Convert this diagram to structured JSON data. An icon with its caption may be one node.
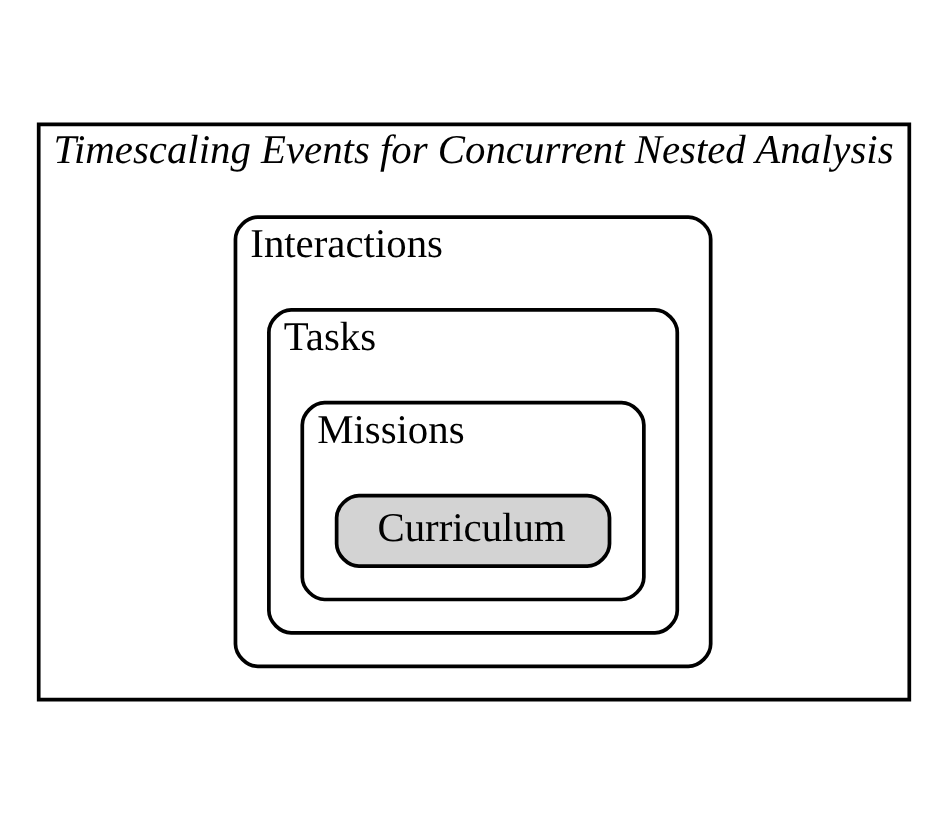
{
  "diagram": {
    "nodes": [
      {
        "text": [
          "Timescaling Events for Concurrent Nested Analysis"
        ]
      },
      {
        "text": [
          "Interactions"
        ],
        "in": 0
      },
      {
        "text": [
          "Tasks"
        ],
        "in": 1
      },
      {
        "text": [
          "Missions"
        ],
        "in": 2
      },
      {
        "text": [
          "Curriculum"
        ],
        "in": 3
      }
    ],
    "edges": []
  }
}
